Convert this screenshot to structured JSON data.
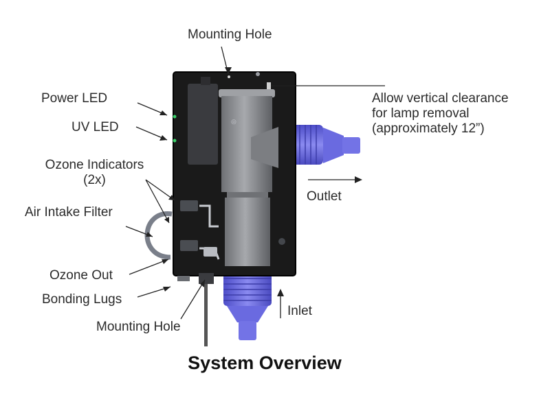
{
  "labels": {
    "mounting_hole_top": "Mounting Hole",
    "power_led": "Power LED",
    "uv_led": "UV LED",
    "ozone_indicators_line1": "Ozone Indicators",
    "ozone_indicators_line2": "(2x)",
    "air_intake_filter": "Air Intake Filter",
    "ozone_out": "Ozone Out",
    "bonding_lugs": "Bonding Lugs",
    "mounting_hole_bottom": "Mounting Hole",
    "clearance_line1": "Allow vertical clearance",
    "clearance_line2": "for lamp removal",
    "clearance_line3": "(approximately 12”)",
    "outlet": "Outlet",
    "inlet": "Inlet"
  },
  "title": "System Overview",
  "colors": {
    "housing": "#1a1a1a",
    "chamber": "#8a8c90",
    "fitting": "#6f6fe0",
    "label_text": "#2a2a2a"
  }
}
